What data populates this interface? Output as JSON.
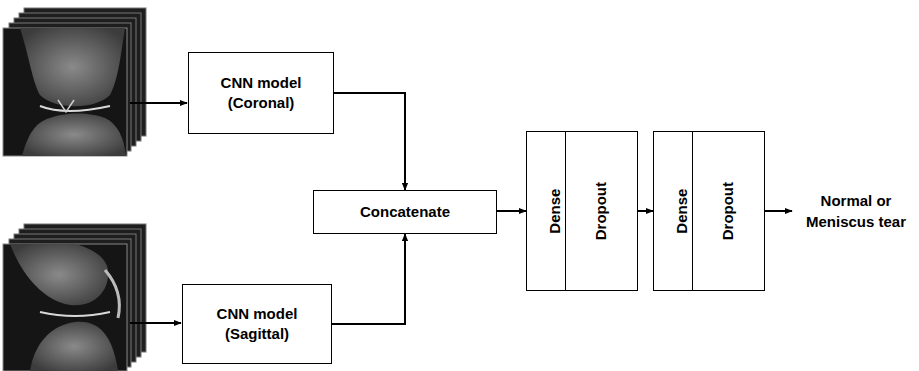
{
  "diagram": {
    "nodes": [
      {
        "text": [
          "CNN model (Coronal)"
        ]
      },
      {
        "text": [
          "CNN model (Sagittal)"
        ]
      },
      {
        "text": [
          "Concatenate"
        ]
      },
      {
        "text": [
          "Dense"
        ]
      },
      {
        "text": [
          "Dropout"
        ]
      },
      {
        "text": [
          "Dense"
        ]
      },
      {
        "text": [
          "Dropout"
        ]
      }
    ],
    "edges": [
      {
        "from": 0,
        "to": 2,
        "arrow": "to"
      },
      {
        "from": 1,
        "to": 2,
        "arrow": "to"
      },
      {
        "from": 2,
        "to": 3,
        "arrow": "to"
      },
      {
        "from": 4,
        "to": 5,
        "arrow": "to"
      }
    ],
    "labels": [
      "Normal or Meniscus tear"
    ]
  }
}
